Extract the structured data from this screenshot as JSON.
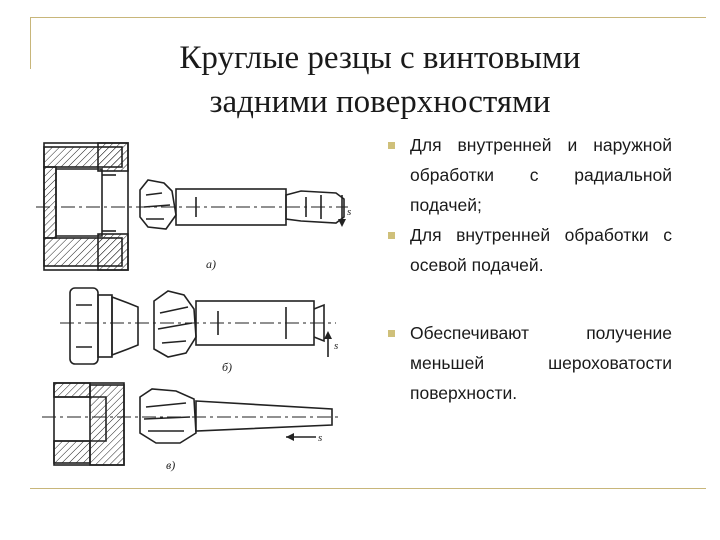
{
  "slide": {
    "title_line1": "Круглые резцы с винтовыми",
    "title_line2": "задними поверхностями",
    "bullets": [
      "Для внутренней и наружной обработки с радиальной подачей;",
      "Для внутренней обработки с осевой подачей.",
      "Обеспечивают получение меньшей шероховатости поверхности."
    ]
  },
  "figure": {
    "caption_a": "а)",
    "caption_b": "б)",
    "caption_c": "в)",
    "feed_label_a": "s",
    "feed_label_b": "s",
    "feed_label_c": "s"
  },
  "colors": {
    "accent": "#c8b67a",
    "marker": "#cfc07a",
    "ink": "#1a1a1a"
  }
}
